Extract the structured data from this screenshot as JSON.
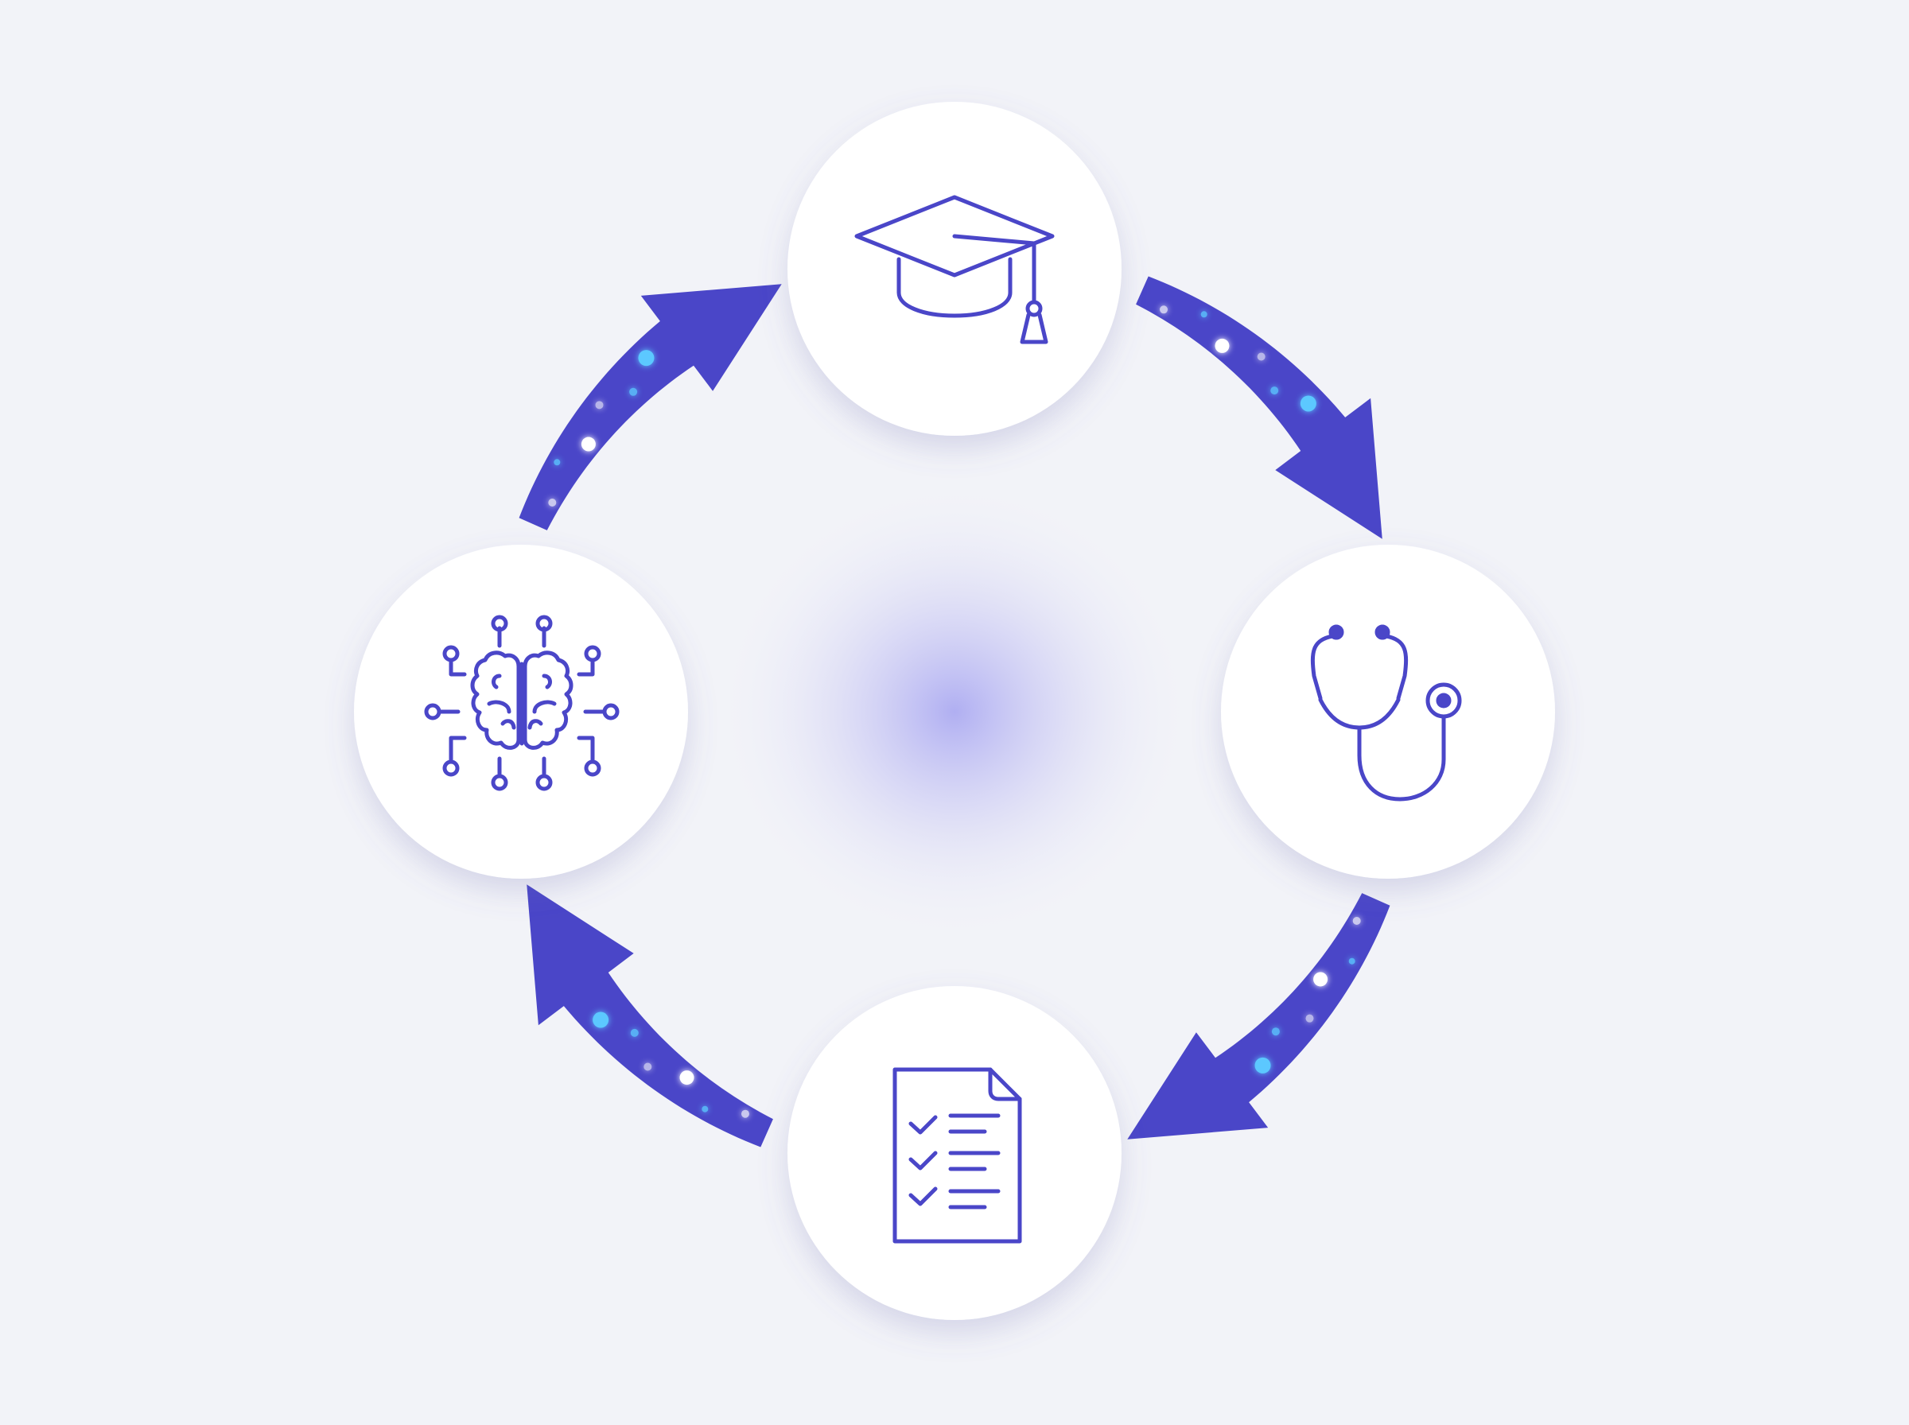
{
  "diagram": {
    "type": "cycle",
    "nodes": [
      {
        "id": "education",
        "icon": "graduation-cap-icon"
      },
      {
        "id": "diagnosis",
        "icon": "stethoscope-icon"
      },
      {
        "id": "checklist",
        "icon": "checklist-document-icon"
      },
      {
        "id": "ai",
        "icon": "ai-brain-circuit-icon"
      }
    ],
    "edges": [
      {
        "from": "ai",
        "to": "education"
      },
      {
        "from": "education",
        "to": "diagnosis"
      },
      {
        "from": "diagnosis",
        "to": "checklist"
      },
      {
        "from": "checklist",
        "to": "ai"
      }
    ]
  },
  "colors": {
    "background": "#f2f3f8",
    "arrow": "#4a46c8",
    "icon_stroke": "#4a46c8",
    "node_fill": "#ffffff",
    "center_glow": "#9a98f0",
    "particle_cyan": "#5cc8ff",
    "particle_white": "#ffffff"
  }
}
